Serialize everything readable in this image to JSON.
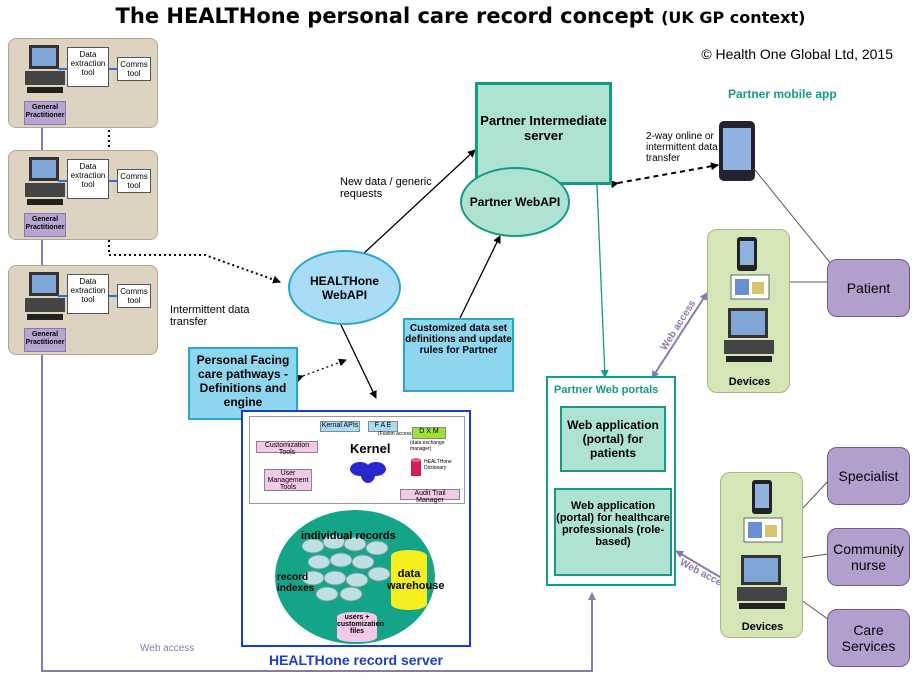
{
  "title": {
    "main": "The HEALTHone personal care record concept",
    "sub": "(UK GP context)"
  },
  "copyright": "© Health One Global Ltd, 2015",
  "gp": {
    "label": "General Practitioner",
    "data_tool": "Data extraction tool",
    "comms_tool": "Comms tool"
  },
  "labels": {
    "intermittent": "Intermittent data transfer",
    "new_data": "New data / generic requests",
    "two_way": "2-way online or intermittent data transfer",
    "web_access_bottom": "Web access",
    "web_access_1": "Web access",
    "web_access_2": "Web access"
  },
  "nodes": {
    "partner_server": "Partner Intermediate server",
    "partner_webapi": "Partner WebAPI",
    "healthone_webapi": "HEALTHone WebAPI",
    "customized": "Customized data set definitions and update rules for Partner",
    "personal_facing": "Personal Facing care pathways - Definitions and engine",
    "partner_mobile": "Partner mobile app",
    "partner_portals": "Partner Web portals",
    "web_app_patients": "Web application (portal) for patients",
    "web_app_hcp": "Web application (portal) for healthcare professionals (role-based)",
    "devices": "Devices",
    "patient": "Patient",
    "specialist": "Specialist",
    "community_nurse": "Community nurse",
    "care_services": "Care Services",
    "record_server": "HEALTHone record server"
  },
  "kernel": {
    "kernel_apis": "Kernal APIs",
    "fae": "F A E",
    "fae_note": "(Fusion access facility)",
    "dxm": "D X M",
    "dxm_note": "(data exchange manager)",
    "kernel": "Kernel",
    "customization": "Customization Tools",
    "user_mgmt": "User Management Tools",
    "dictionary": "HEALTHone Dictionary",
    "audit": "Audit Trail Manager"
  },
  "records": {
    "individual": "individual records",
    "indexes": "record indexes",
    "warehouse": "data warehouse",
    "users": "users + customization files"
  },
  "colors": {
    "teal": "#159a86",
    "purple": "#8c78b0",
    "blue_title": "#1a3ccc"
  }
}
